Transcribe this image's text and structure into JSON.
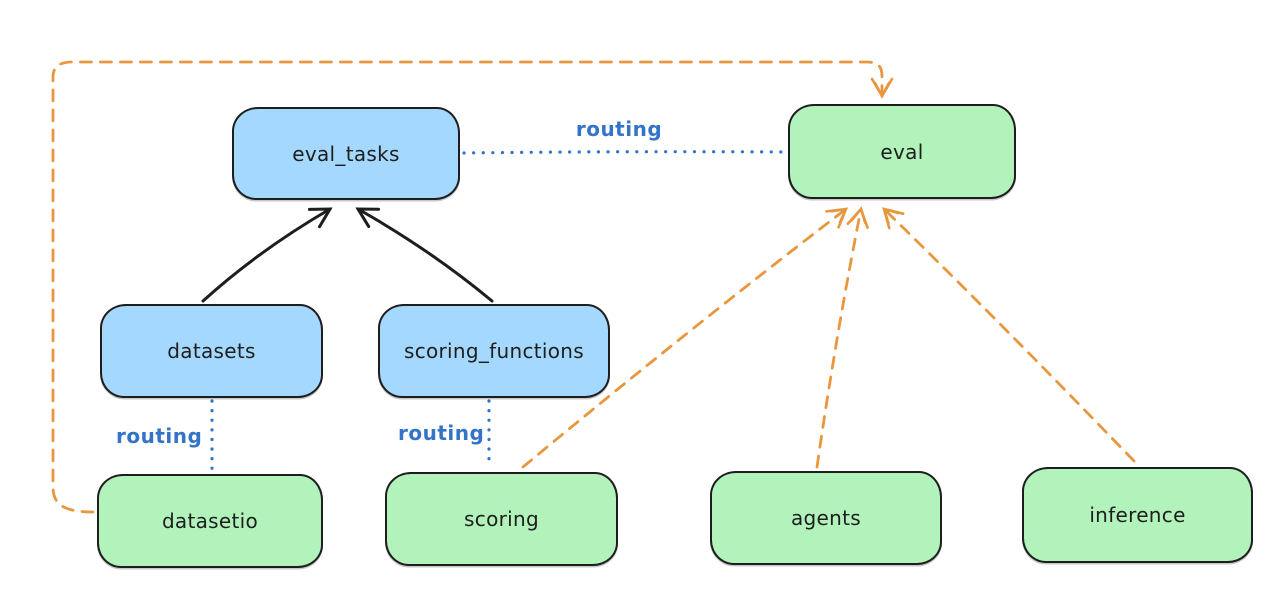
{
  "colors": {
    "background": "#ffffff",
    "node_stroke": "#1e1e1e",
    "api_fill_blue": "#a5d8ff",
    "provider_fill_green": "#b2f2bb",
    "routing_blue": "#3474c8",
    "provider_arrow_orange": "#e8973f"
  },
  "nodes": {
    "eval_tasks": {
      "label": "eval_tasks",
      "kind": "api"
    },
    "eval": {
      "label": "eval",
      "kind": "provider"
    },
    "datasets": {
      "label": "datasets",
      "kind": "api"
    },
    "scoring_functions": {
      "label": "scoring_functions",
      "kind": "api"
    },
    "datasetio": {
      "label": "datasetio",
      "kind": "provider"
    },
    "scoring": {
      "label": "scoring",
      "kind": "provider"
    },
    "agents": {
      "label": "agents",
      "kind": "provider"
    },
    "inference": {
      "label": "inference",
      "kind": "provider"
    }
  },
  "edges": [
    {
      "from": "datasets",
      "to": "eval_tasks",
      "style": "solid",
      "color": "black",
      "label": ""
    },
    {
      "from": "scoring_functions",
      "to": "eval_tasks",
      "style": "solid",
      "color": "black",
      "label": ""
    },
    {
      "from": "eval_tasks",
      "to": "eval",
      "style": "dotted",
      "color": "blue",
      "label": "routing"
    },
    {
      "from": "datasets",
      "to": "datasetio",
      "style": "dotted",
      "color": "blue",
      "label": "routing"
    },
    {
      "from": "scoring_functions",
      "to": "scoring",
      "style": "dotted",
      "color": "blue",
      "label": "routing"
    },
    {
      "from": "datasetio",
      "to": "eval",
      "style": "dashed",
      "color": "orange",
      "label": ""
    },
    {
      "from": "scoring",
      "to": "eval",
      "style": "dashed",
      "color": "orange",
      "label": ""
    },
    {
      "from": "agents",
      "to": "eval",
      "style": "dashed",
      "color": "orange",
      "label": ""
    },
    {
      "from": "inference",
      "to": "eval",
      "style": "dashed",
      "color": "orange",
      "label": ""
    }
  ]
}
